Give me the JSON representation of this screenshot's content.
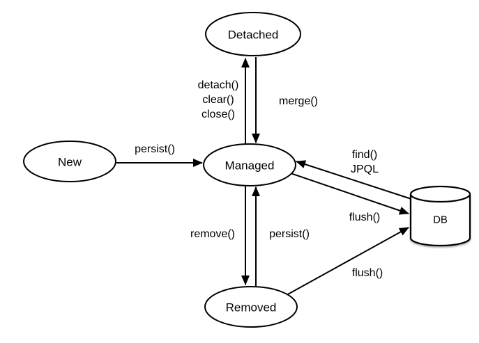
{
  "colors": {
    "background": "#ffffff",
    "stroke": "#000000",
    "text": "#000000"
  },
  "nodes": {
    "detached": {
      "label": "Detached"
    },
    "managed": {
      "label": "Managed"
    },
    "new": {
      "label": "New"
    },
    "removed": {
      "label": "Removed"
    },
    "db": {
      "label": "DB"
    }
  },
  "edges": {
    "new_to_managed": {
      "label": "persist()"
    },
    "managed_to_detached": {
      "labels": [
        "detach()",
        "clear()",
        "close()"
      ]
    },
    "detached_to_managed": {
      "label": "merge()"
    },
    "db_to_managed": {
      "labels": [
        "find()",
        "JPQL"
      ]
    },
    "managed_to_db": {
      "label": "flush()"
    },
    "managed_to_removed": {
      "label": "remove()"
    },
    "removed_to_managed": {
      "label": "persist()"
    },
    "removed_to_db": {
      "label": "flush()"
    }
  }
}
